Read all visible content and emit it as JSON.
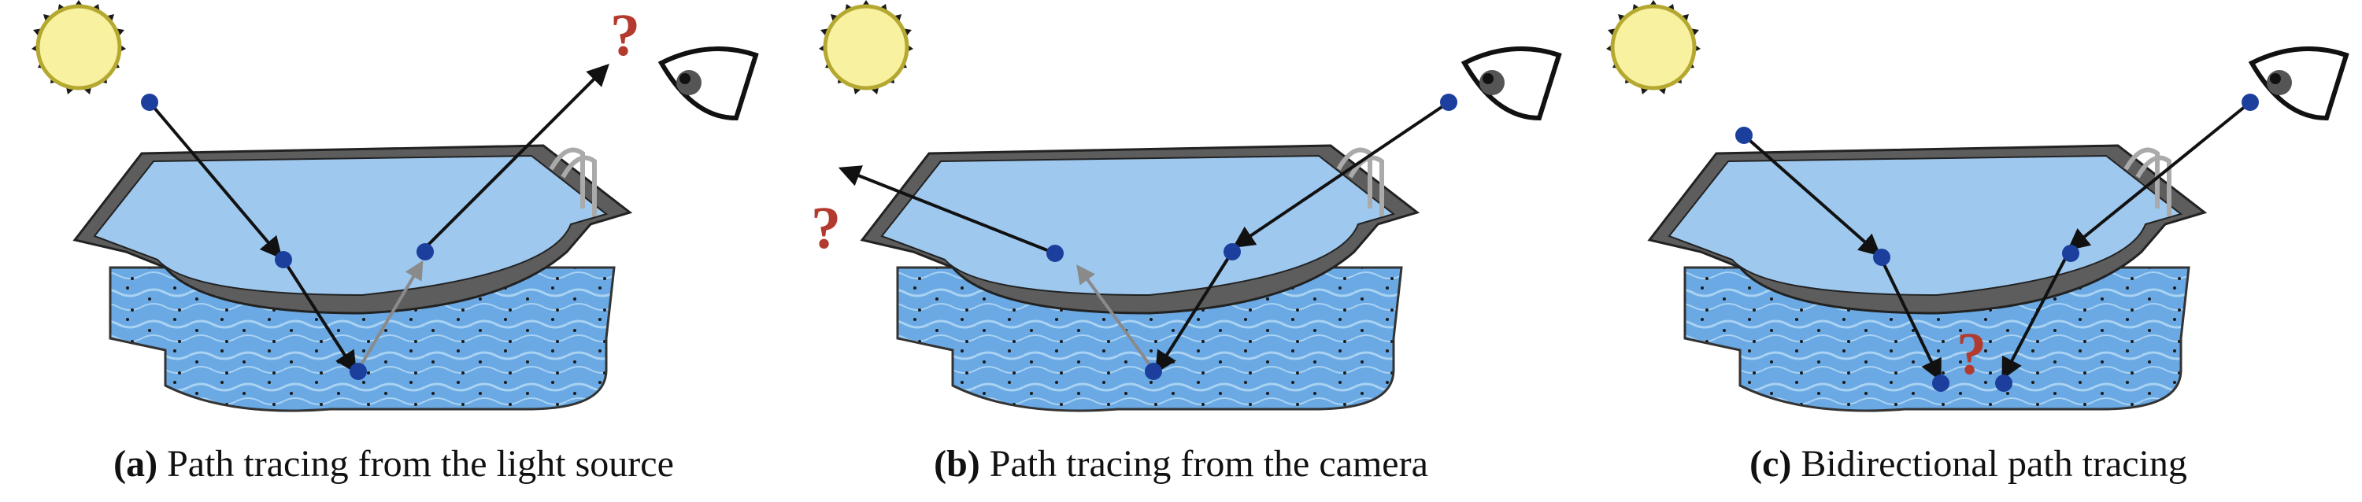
{
  "panels": [
    {
      "id": "a",
      "label": "(a)",
      "caption": "Path tracing from the light source",
      "question_mark": "?"
    },
    {
      "id": "b",
      "label": "(b)",
      "caption": "Path tracing from the camera",
      "question_mark": "?"
    },
    {
      "id": "c",
      "label": "(c)",
      "caption": "Bidirectional path tracing",
      "question_mark": "?"
    }
  ],
  "icons": [
    "sun-icon",
    "eye-icon",
    "pool-illustration"
  ],
  "colors": {
    "sun": "#f7f1a0",
    "sun_rays": "#b5a830",
    "water": "#86b9e8",
    "pool_edge": "#8a8a8a",
    "vertex": "#1c3f9e",
    "question": "#b23a2e"
  }
}
